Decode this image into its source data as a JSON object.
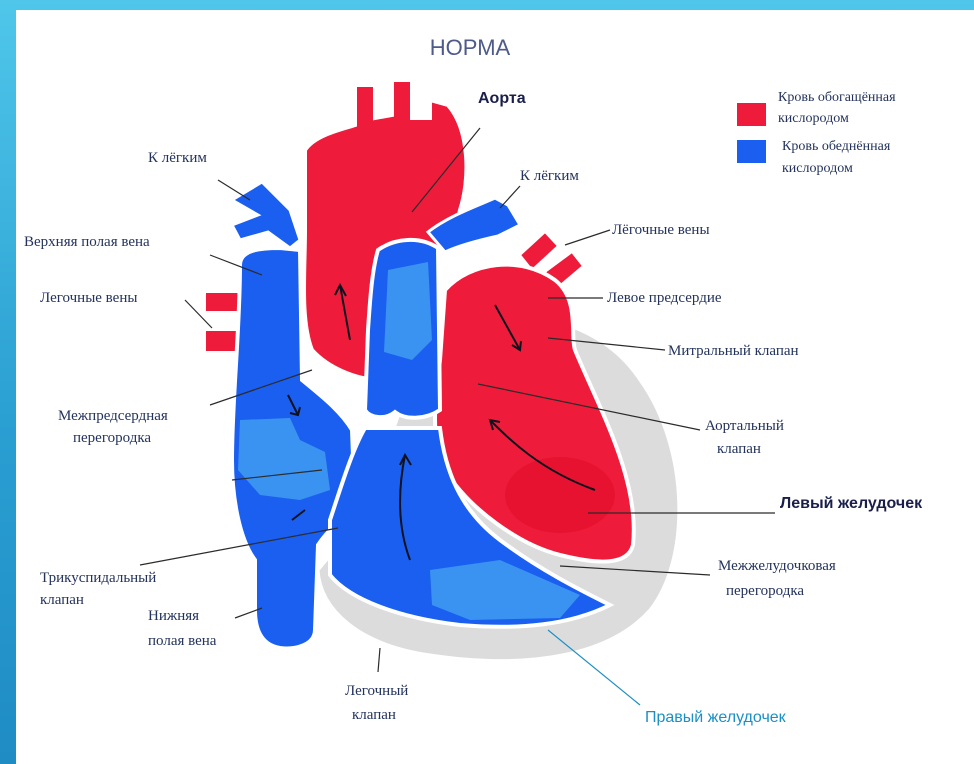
{
  "title": "НОРМА",
  "colors": {
    "oxygenated": "#ee1c3a",
    "deoxygenated": "#1a5ff0",
    "deoxygenated_light": "#3a93f0",
    "septum": "#dcdcdc",
    "outline": "#ffffff"
  },
  "legend": [
    {
      "line1": "Кровь обогащённая",
      "line2": "кислородом",
      "color": "#ee1c3a"
    },
    {
      "line1": "Кровь обеднённая",
      "line2": "кислородом",
      "color": "#1a5ff0"
    }
  ],
  "labels": {
    "aorta": "Аорта",
    "to_lungs_left": "К лёгким",
    "to_lungs_right": "К лёгким",
    "svc": "Верхняя полая вена",
    "pulm_veins_left": "Легочные вены",
    "pulm_veins_right": "Лёгочные вены",
    "left_atrium": "Левое предсердие",
    "mitral_valve": "Митральный клапан",
    "interatrial_1": "Межпредсердная",
    "interatrial_2": "перегородка",
    "aortic_valve_1": "Аортальный",
    "aortic_valve_2": "клапан",
    "left_ventricle": "Левый желудочек",
    "tricuspid_1": "Трикуспидальный",
    "tricuspid_2": "клапан",
    "ivc_1": "Нижняя",
    "ivc_2": "полая вена",
    "interventricular_1": "Межжелудочковая",
    "interventricular_2": "перегородка",
    "pulm_valve_1": "Легочный",
    "pulm_valve_2": "клапан",
    "right_ventricle": "Правый желудочек"
  }
}
